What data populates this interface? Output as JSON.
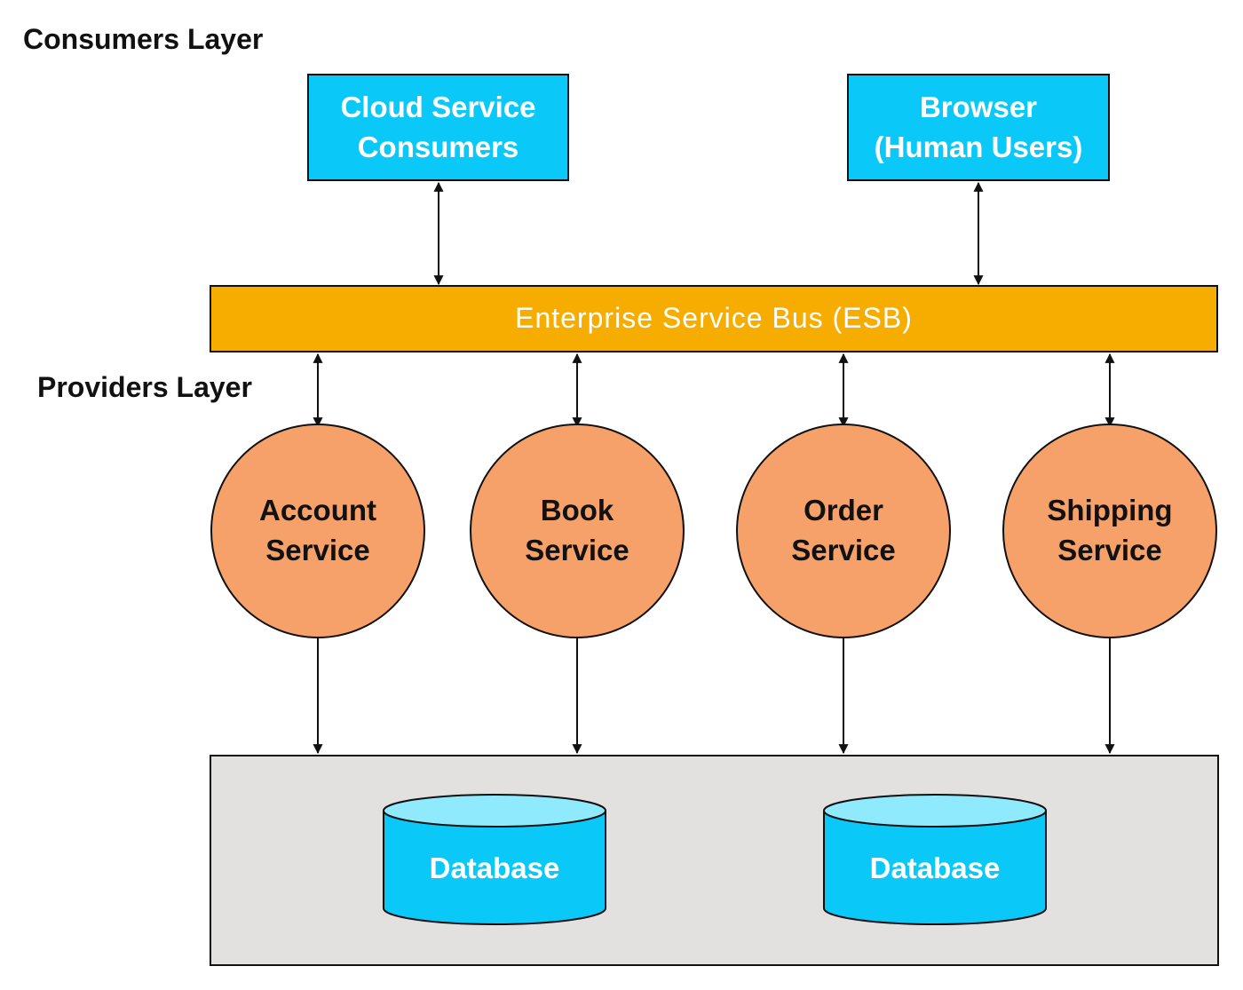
{
  "layers": {
    "consumers": "Consumers Layer",
    "providers": "Providers Layer"
  },
  "consumers": {
    "cloud": {
      "line1": "Cloud Service",
      "line2": "Consumers"
    },
    "browser": {
      "line1": "Browser",
      "line2": "(Human Users)"
    }
  },
  "esb": {
    "label": "Enterprise Service Bus (ESB)"
  },
  "services": [
    {
      "line1": "Account",
      "line2": "Service"
    },
    {
      "line1": "Book",
      "line2": "Service"
    },
    {
      "line1": "Order",
      "line2": "Service"
    },
    {
      "line1": "Shipping",
      "line2": "Service"
    }
  ],
  "databases": [
    {
      "label": "Database"
    },
    {
      "label": "Database"
    }
  ],
  "colors": {
    "consumer_box": "#0AC8F8",
    "esb_bar": "#F7AD00",
    "service_circle": "#F6A06A",
    "database_body": "#0AC8F8",
    "database_top": "#8EEAFC",
    "data_layer_bg": "#E3E0E0",
    "stroke": "#111111"
  }
}
